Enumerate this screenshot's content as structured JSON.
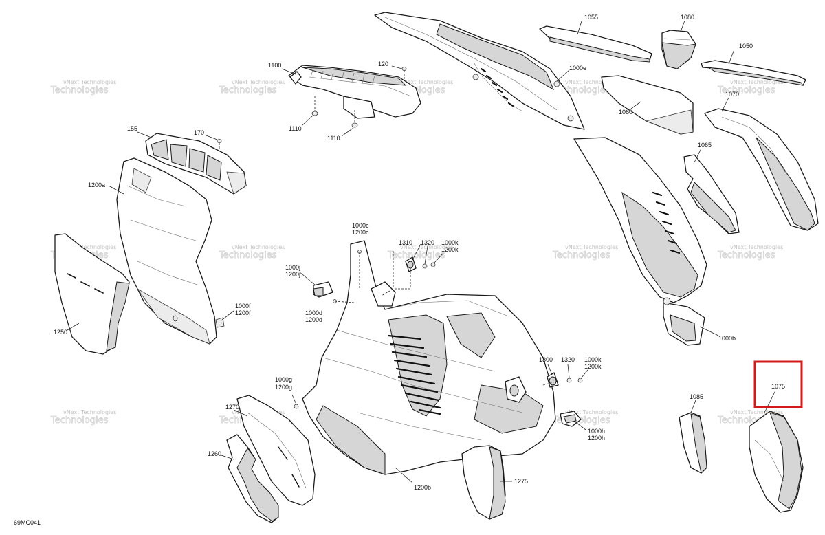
{
  "diagram": {
    "code": "69MC041",
    "watermark": {
      "line1": "vNext Technologies",
      "line2": "Technologies"
    },
    "labels": [
      {
        "id": "1055",
        "text": "1055"
      },
      {
        "id": "1080",
        "text": "1080"
      },
      {
        "id": "1050",
        "text": "1050"
      },
      {
        "id": "1000e",
        "text": "1000e"
      },
      {
        "id": "1060",
        "text": "1060"
      },
      {
        "id": "1070",
        "text": "1070"
      },
      {
        "id": "1065",
        "text": "1065"
      },
      {
        "id": "1100",
        "text": "1100"
      },
      {
        "id": "120",
        "text": "120"
      },
      {
        "id": "1110a",
        "text": "1110"
      },
      {
        "id": "1110b",
        "text": "1110"
      },
      {
        "id": "155",
        "text": "155"
      },
      {
        "id": "170",
        "text": "170"
      },
      {
        "id": "1200a",
        "text": "1200a"
      },
      {
        "id": "1250",
        "text": "1250"
      },
      {
        "id": "1000f",
        "text": "1000f"
      },
      {
        "id": "1200f",
        "text": "1200f"
      },
      {
        "id": "1000c",
        "text": "1000c"
      },
      {
        "id": "1200c",
        "text": "1200c"
      },
      {
        "id": "1310",
        "text": "1310"
      },
      {
        "id": "1320a",
        "text": "1320"
      },
      {
        "id": "1000k_a",
        "text": "1000k"
      },
      {
        "id": "1200k_a",
        "text": "1200k"
      },
      {
        "id": "1000j",
        "text": "1000j"
      },
      {
        "id": "1200j",
        "text": "1200j"
      },
      {
        "id": "1000d",
        "text": "1000d"
      },
      {
        "id": "1200d",
        "text": "1200d"
      },
      {
        "id": "1000b",
        "text": "1000b"
      },
      {
        "id": "1300",
        "text": "1300"
      },
      {
        "id": "1320b",
        "text": "1320"
      },
      {
        "id": "1000k_b",
        "text": "1000k"
      },
      {
        "id": "1200k_b",
        "text": "1200k"
      },
      {
        "id": "1075",
        "text": "1075"
      },
      {
        "id": "1085",
        "text": "1085"
      },
      {
        "id": "1000g",
        "text": "1000g"
      },
      {
        "id": "1200g",
        "text": "1200g"
      },
      {
        "id": "1270",
        "text": "1270"
      },
      {
        "id": "1260",
        "text": "1260"
      },
      {
        "id": "1000h",
        "text": "1000h"
      },
      {
        "id": "1200h",
        "text": "1200h"
      },
      {
        "id": "1275",
        "text": "1275"
      },
      {
        "id": "1200b",
        "text": "1200b"
      }
    ],
    "highlight": {
      "part": "1075",
      "color": "#d11a1a"
    }
  }
}
